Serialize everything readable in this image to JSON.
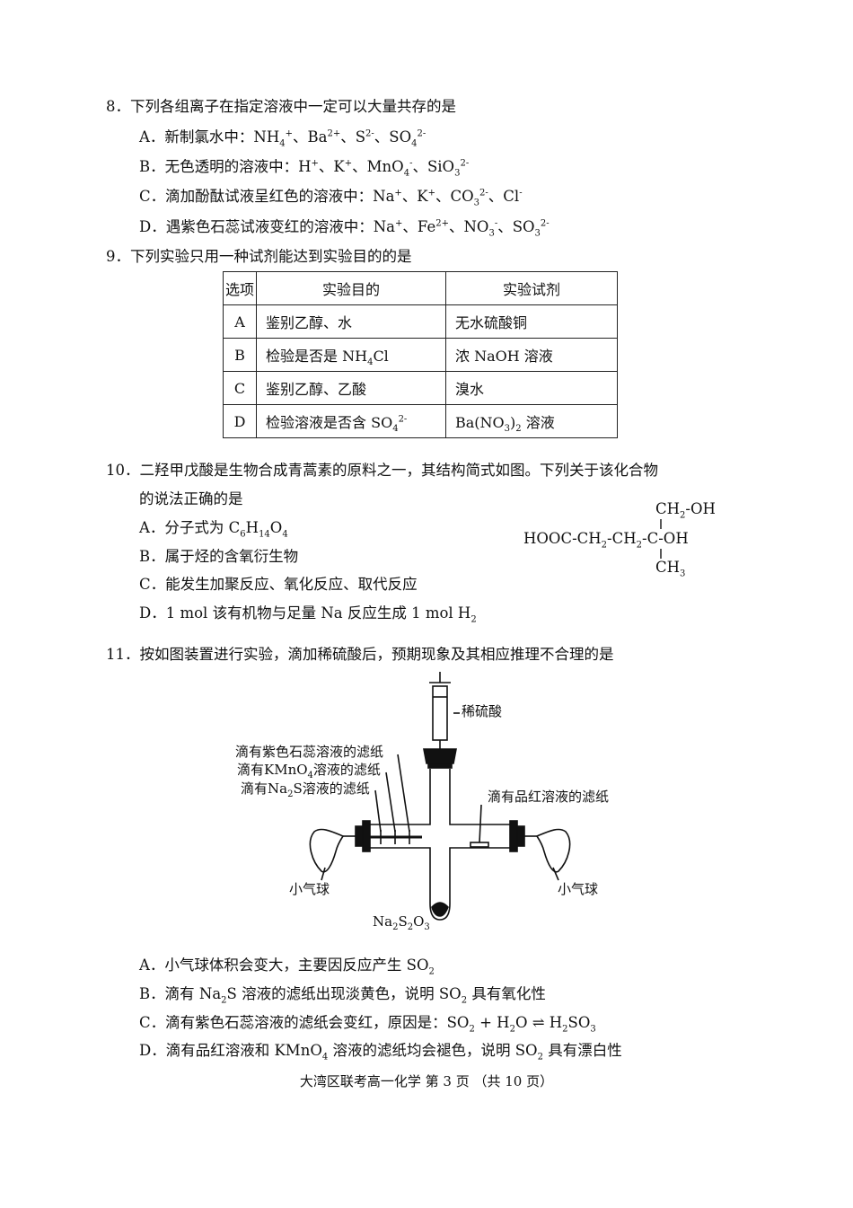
{
  "q8": {
    "stem": "8．下列各组离子在指定溶液中一定可以大量共存的是",
    "A": {
      "prefix": "A．新制氯水中：",
      "ions": [
        "NH",
        "、Ba",
        "、S",
        "、SO"
      ]
    },
    "B": {
      "prefix": "B．无色透明的溶液中："
    },
    "C": {
      "prefix": "C．滴加酚酞试液呈红色的溶液中："
    },
    "D": {
      "prefix": "D．遇紫色石蕊试液变红的溶液中："
    }
  },
  "q9": {
    "stem": "9．下列实验只用一种试剂能达到实验目的的是",
    "headers": [
      "选项",
      "实验目的",
      "实验试剂"
    ],
    "rows": [
      {
        "opt": "A",
        "goal": "鉴别乙醇、水",
        "reagent": "无水硫酸铜"
      },
      {
        "opt": "B",
        "goal_prefix": "检验是否是",
        "reagent": "浓 NaOH 溶液"
      },
      {
        "opt": "C",
        "goal": "鉴别乙醇、乙酸",
        "reagent": "溴水"
      },
      {
        "opt": "D",
        "goal_prefix": "检验溶液是否含",
        "reagent_suffix": "溶液"
      }
    ]
  },
  "q10": {
    "stem1": "10．二羟甲戊酸是生物合成青蒿素的原料之一，其结构简式如图。下列关于该化合物",
    "stem2": "的说法正确的是",
    "A_prefix": "A．分子式为",
    "B": "B．属于烃的含氧衍生物",
    "C": "C．能发生加聚反应、氧化反应、取代反应",
    "D_prefix": "D．1 mol 该有机物与足量 Na 反应生成 1 mol"
  },
  "q11": {
    "stem": "11．按如图装置进行实验，滴加稀硫酸后，预期现象及其相应推理不合理的是",
    "labels": {
      "acid": "稀硫酸",
      "litmus": "滴有紫色石蕊溶液的滤纸",
      "kmno4_prefix": "滴有",
      "kmno4_suffix": "溶液的滤纸",
      "na2s_prefix": "滴有",
      "na2s_suffix": "溶液的滤纸",
      "fuchsin": "滴有品红溶液的滤纸",
      "balloon_left": "小气球",
      "balloon_right": "小气球"
    },
    "A_prefix": "A．小气球体积会变大，主要因反应产生",
    "B_prefix": "B．滴有",
    "B_mid": "溶液的滤纸出现淡黄色，说明",
    "B_suffix": "具有氧化性",
    "C_prefix": "C．滴有紫色石蕊溶液的滤纸会变红，原因是：",
    "D_prefix": "D．滴有品红溶液和",
    "D_mid": "溶液的滤纸均会褪色，说明",
    "D_suffix": "具有漂白性"
  },
  "footer": "大湾区联考高一化学 第 3 页 （共 10 页）"
}
